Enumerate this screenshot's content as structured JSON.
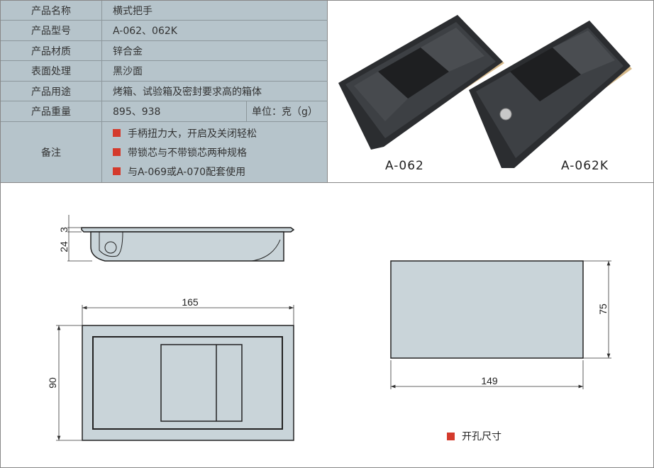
{
  "spec": {
    "rows": [
      {
        "label": "产品名称",
        "value": "横式把手"
      },
      {
        "label": "产品型号",
        "value": "A-062、062K"
      },
      {
        "label": "产品材质",
        "value": "锌合金"
      },
      {
        "label": "表面处理",
        "value": "黑沙面"
      },
      {
        "label": "产品用途",
        "value": "烤箱、试验箱及密封要求高的箱体"
      },
      {
        "label": "产品重量",
        "value": "895、938",
        "unit": "单位：克（g）"
      }
    ],
    "notes": {
      "label": "备注",
      "items": [
        "手柄扭力大，开启及关闭轻松",
        "带锁芯与不带锁芯两种规格",
        "与A-069或A-070配套使用"
      ]
    }
  },
  "photo": {
    "captions": [
      "A-062",
      "A-062K"
    ]
  },
  "drawing": {
    "side_dims": [
      "3",
      "24"
    ],
    "top_dims": {
      "width": "165",
      "height": "90"
    },
    "cutout_dims": {
      "width": "149",
      "height": "75"
    },
    "legend": "开孔尺寸"
  },
  "colors": {
    "table_bg": "#b6c4cb",
    "accent": "#d43a2c",
    "drawing_fill": "#c9d4d9"
  }
}
